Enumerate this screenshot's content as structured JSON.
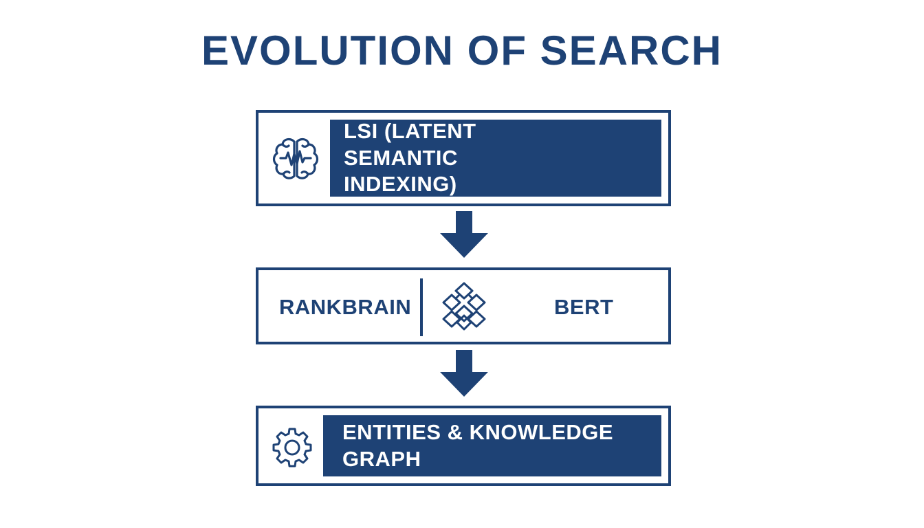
{
  "title": "EVOLUTION OF SEARCH",
  "steps": [
    {
      "label": "LSI (LATENT SEMANTIC INDEXING)",
      "icon": "brain-icon"
    },
    {
      "left_label": "RANKBRAIN",
      "right_label": "BERT",
      "icon": "network-cube-icon"
    },
    {
      "label": "ENTITIES & KNOWLEDGE GRAPH",
      "icon": "gear-icon"
    }
  ],
  "colors": {
    "primary": "#1e4275",
    "background": "#ffffff"
  }
}
